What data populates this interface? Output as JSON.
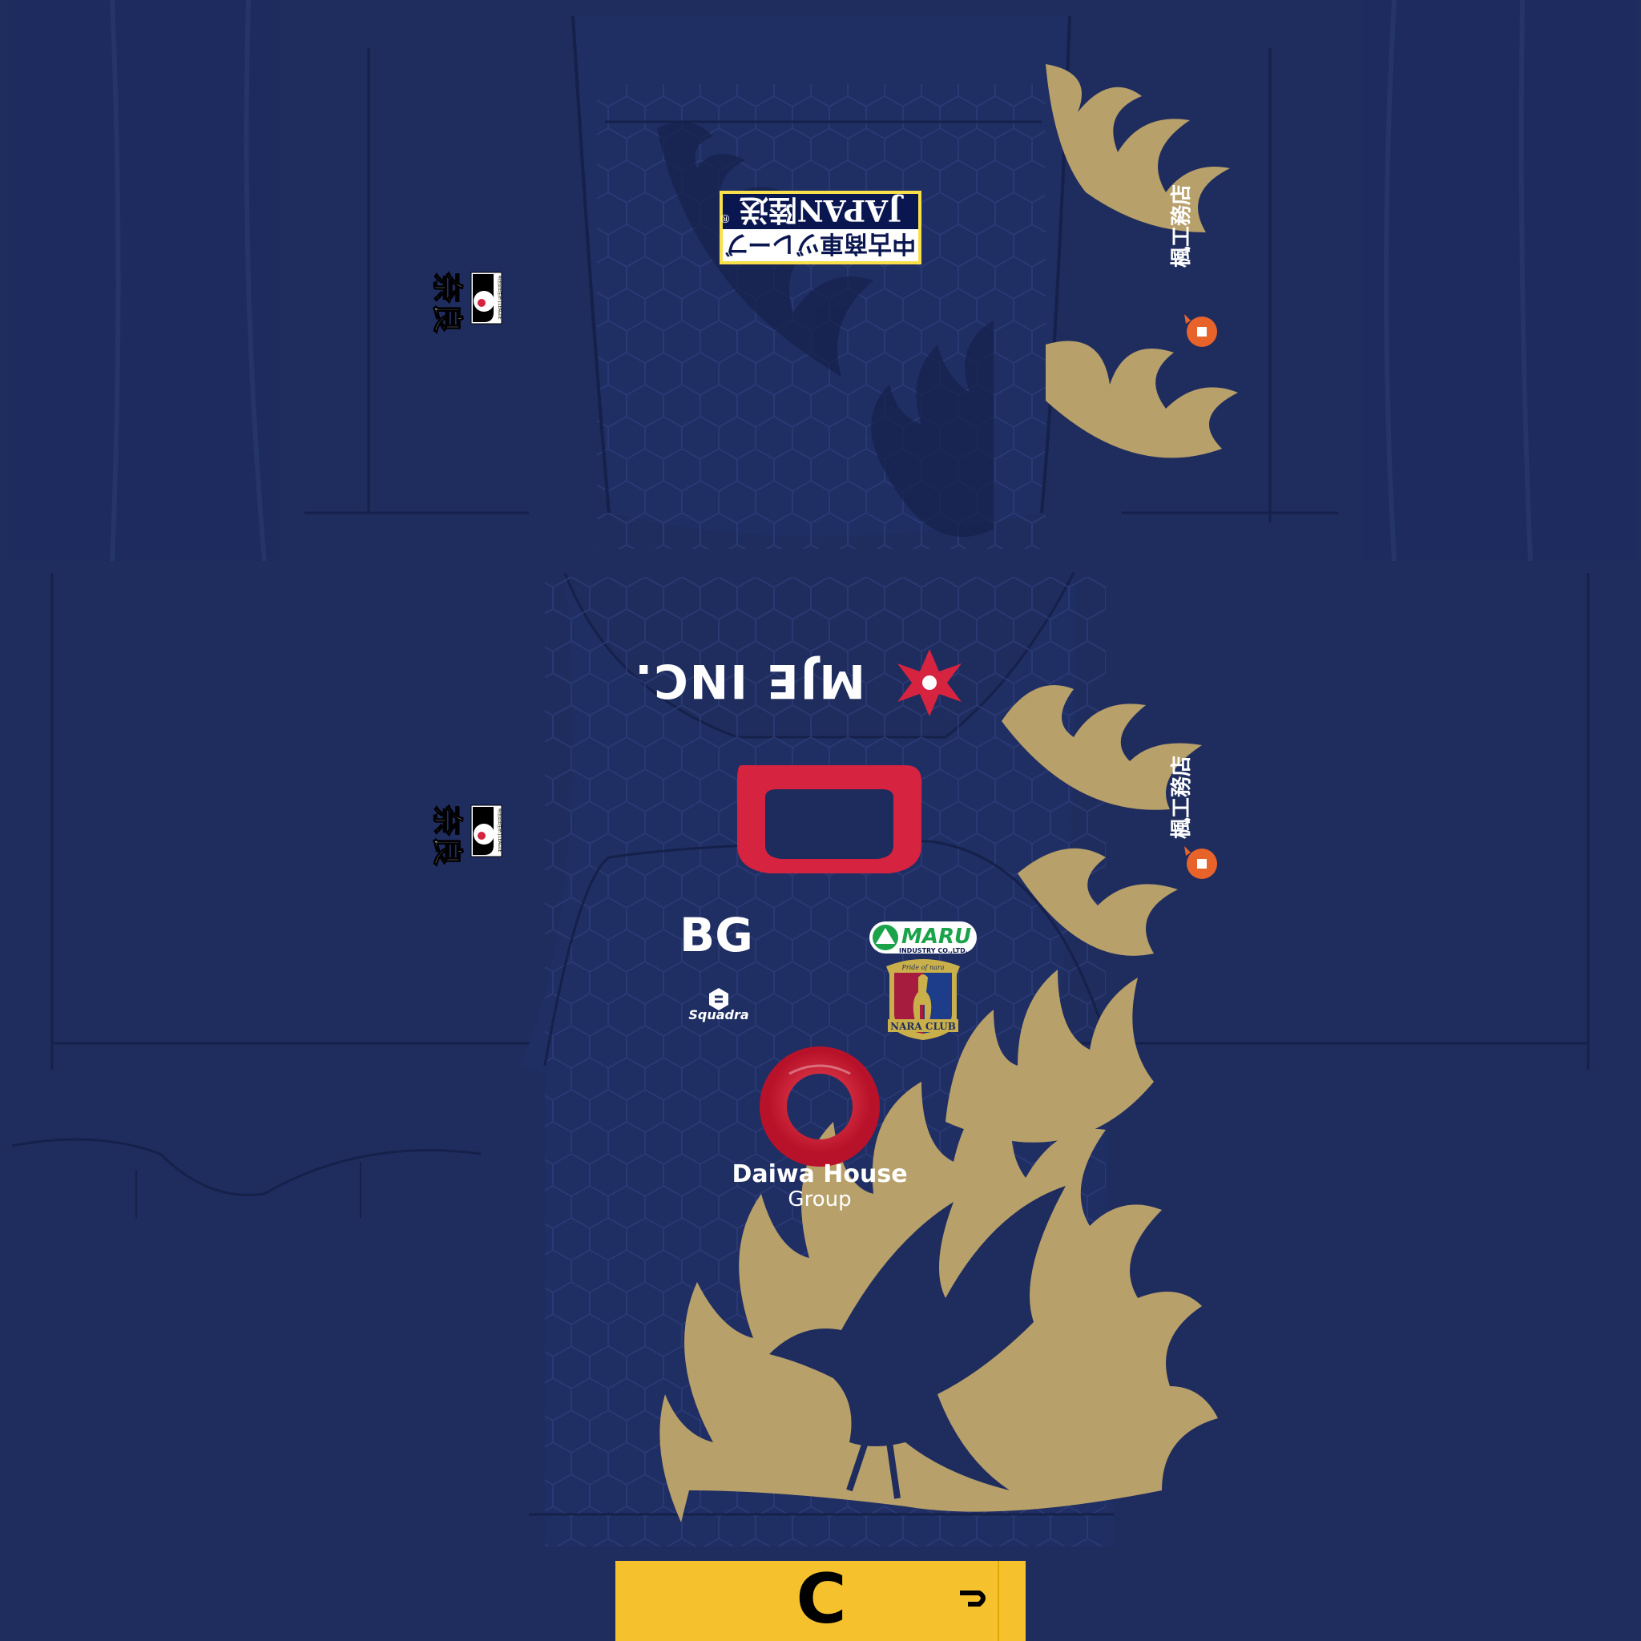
{
  "template": {
    "base_color": "#1f2d5e",
    "panel_color": "#1d2b60",
    "seam_color": "#15214a",
    "pattern_color": "#2a3a75",
    "gold_color": "#b8a06a",
    "collar_color": "#d6233f",
    "footer_color": "#f5c22e"
  },
  "sponsors": {
    "back_top": {
      "line1": "中古商車ヅレーブ",
      "line2": "JAPAN陸送",
      "mark": "®"
    },
    "back_bottom": {
      "name": "MJE INC."
    },
    "front_left": "BG",
    "front_right": {
      "name": "MARU",
      "sub": "INDUSTRY CO.,LTD."
    },
    "kit_maker": "Squadra",
    "main": {
      "line1": "Daiwa House",
      "line2": "Group"
    },
    "sleeve": "楓工務店"
  },
  "badges": {
    "club": {
      "banner": "Pride of nara",
      "name": "NARA CLUB"
    },
    "league_patch": "明治安田生命 J.LEAGUE",
    "city": "奈良"
  },
  "footer": {
    "mark": "C"
  }
}
